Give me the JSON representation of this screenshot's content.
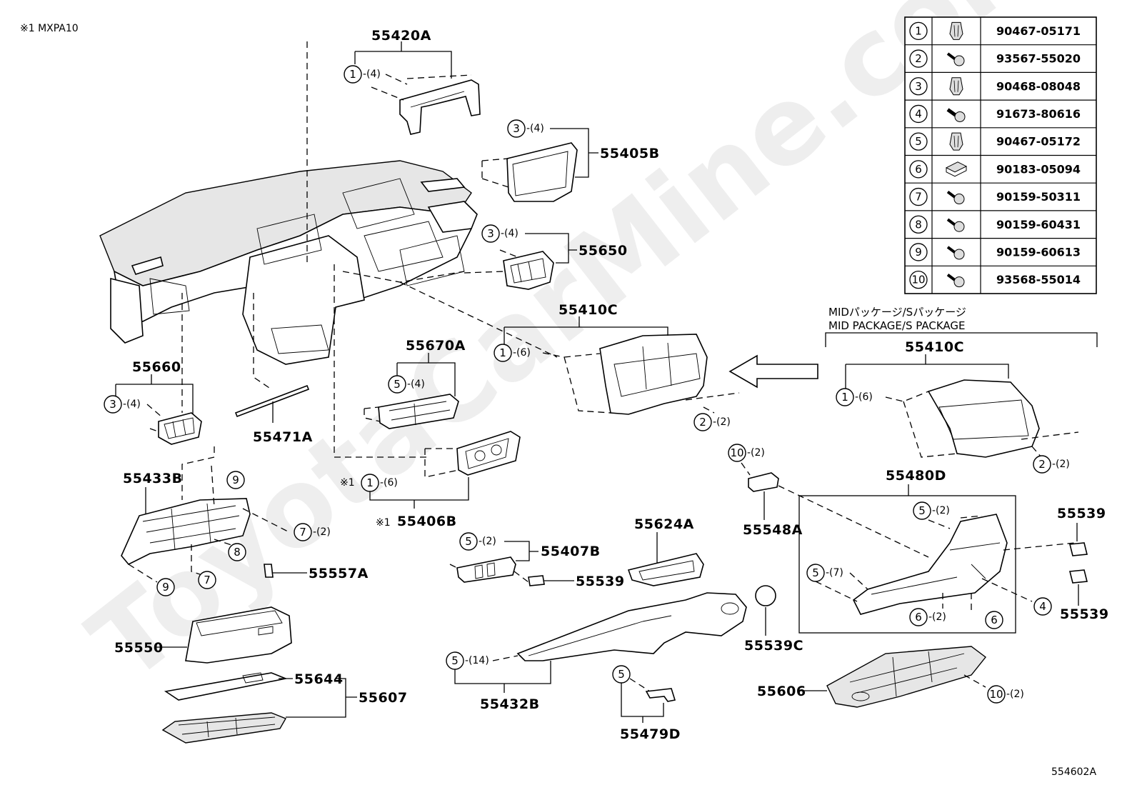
{
  "header": {
    "note": "※1 MXPA10"
  },
  "watermark": "ToyotaCarMine.com",
  "footer": {
    "diagram_code": "554602A"
  },
  "package": {
    "label_ja": "MIDパッケージ/Sパッケージ",
    "label_en": "MID PACKAGE/S PACKAGE"
  },
  "part_labels": {
    "p55420A": "55420A",
    "p55405B": "55405B",
    "p55650": "55650",
    "p55660": "55660",
    "p55410C": "55410C",
    "p55410C_b": "55410C",
    "p55670A": "55670A",
    "p55471A": "55471A",
    "p55433B": "55433B",
    "p55406B": "55406B",
    "p55407B": "55407B",
    "p55539_a": "55539",
    "p55557A": "55557A",
    "p55624A": "55624A",
    "p55548A": "55548A",
    "p55480D": "55480D",
    "p55539_b": "55539",
    "p55539_c": "55539",
    "p55539C": "55539C",
    "p55550": "55550",
    "p55644": "55644",
    "p55607": "55607",
    "p55432B": "55432B",
    "p55479D": "55479D",
    "p55606": "55606"
  },
  "callouts": {
    "c1_4": {
      "num": "1",
      "qty": "-(4)"
    },
    "c3_4a": {
      "num": "3",
      "qty": "-(4)"
    },
    "c3_4b": {
      "num": "3",
      "qty": "-(4)"
    },
    "c3_4c": {
      "num": "3",
      "qty": "-(4)"
    },
    "c1_6a": {
      "num": "1",
      "qty": "-(6)"
    },
    "c2_2a": {
      "num": "2",
      "qty": "-(2)"
    },
    "c1_6b": {
      "num": "1",
      "qty": "-(6)"
    },
    "c2_2b": {
      "num": "2",
      "qty": "-(2)"
    },
    "c5_4": {
      "num": "5",
      "qty": "-(4)"
    },
    "c1_6c": {
      "num": "1",
      "qty": "-(6)",
      "prefix": "※1"
    },
    "prefix_406": "※1",
    "c9a": {
      "num": "9"
    },
    "c7_2": {
      "num": "7",
      "qty": "-(2)"
    },
    "c8": {
      "num": "8"
    },
    "c7": {
      "num": "7"
    },
    "c9b": {
      "num": "9"
    },
    "c5_2a": {
      "num": "5",
      "qty": "-(2)"
    },
    "c10_2a": {
      "num": "10",
      "qty": "-(2)"
    },
    "c5_2b": {
      "num": "5",
      "qty": "-(2)"
    },
    "c5_7": {
      "num": "5",
      "qty": "-(7)"
    },
    "c6_2": {
      "num": "6",
      "qty": "-(2)"
    },
    "c6": {
      "num": "6"
    },
    "c4": {
      "num": "4"
    },
    "c5_14": {
      "num": "5",
      "qty": "-(14)"
    },
    "c5": {
      "num": "5"
    },
    "c10_2b": {
      "num": "10",
      "qty": "-(2)"
    }
  },
  "fastener_table": {
    "rows": [
      {
        "num": "1",
        "icon": "clip-icon",
        "part": "90467-05171"
      },
      {
        "num": "2",
        "icon": "screw-icon",
        "part": "93567-55020"
      },
      {
        "num": "3",
        "icon": "clip-icon",
        "part": "90468-08048"
      },
      {
        "num": "4",
        "icon": "bolt-icon",
        "part": "91673-80616"
      },
      {
        "num": "5",
        "icon": "clip-icon",
        "part": "90467-05172"
      },
      {
        "num": "6",
        "icon": "nut-icon",
        "part": "90183-05094"
      },
      {
        "num": "7",
        "icon": "screw-icon",
        "part": "90159-50311"
      },
      {
        "num": "8",
        "icon": "screw-icon",
        "part": "90159-60431"
      },
      {
        "num": "9",
        "icon": "screw-icon",
        "part": "90159-60613"
      },
      {
        "num": "10",
        "icon": "screw-icon",
        "part": "93568-55014"
      }
    ]
  }
}
